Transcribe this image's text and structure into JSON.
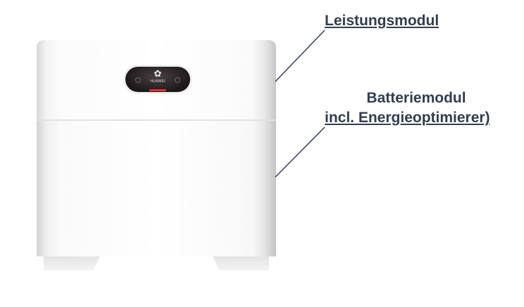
{
  "labels": {
    "power_module": "Leistungsmodul",
    "battery_module_line1": "Batteriemodul",
    "battery_module_line2": "incl. Energieoptimierer)"
  },
  "device": {
    "brand": "HUAWEI",
    "led_color": "#e0323c"
  },
  "colors": {
    "label_text": "#333d4f"
  }
}
